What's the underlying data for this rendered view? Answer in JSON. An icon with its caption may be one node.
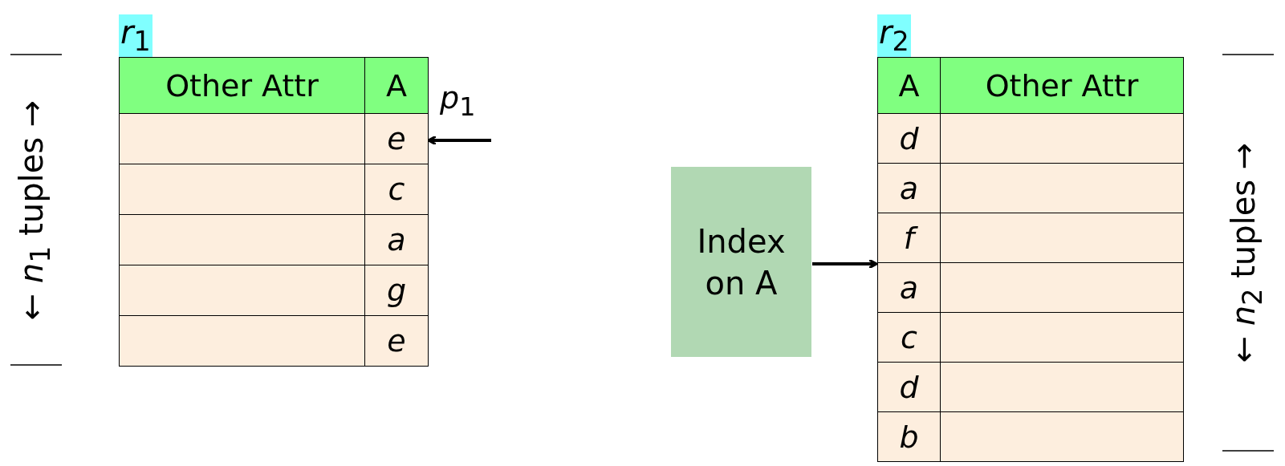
{
  "diagram": {
    "nodes": [
      {
        "text": [
          "*r*$_{1}$"
        ]
      },
      {
        "text": [
          "Index on A"
        ]
      },
      {
        "text": [
          "*r*$_{2}$"
        ]
      }
    ],
    "edges": [
      {
        "from": null,
        "to": 0,
        "arrow": "to",
        "label": "*p*$_{1}$"
      },
      {
        "from": 1,
        "to": 2,
        "arrow": "to"
      }
    ],
    "labels": [
      "← *n*$_{1}$ tuples →",
      "Other Attr",
      "A",
      "e",
      "c",
      "a",
      "g",
      "e",
      "A",
      "Other Attr",
      "d",
      "a",
      "f",
      "a",
      "c",
      "d",
      "b",
      "← *n*$_{2}$ tuples →"
    ]
  }
}
